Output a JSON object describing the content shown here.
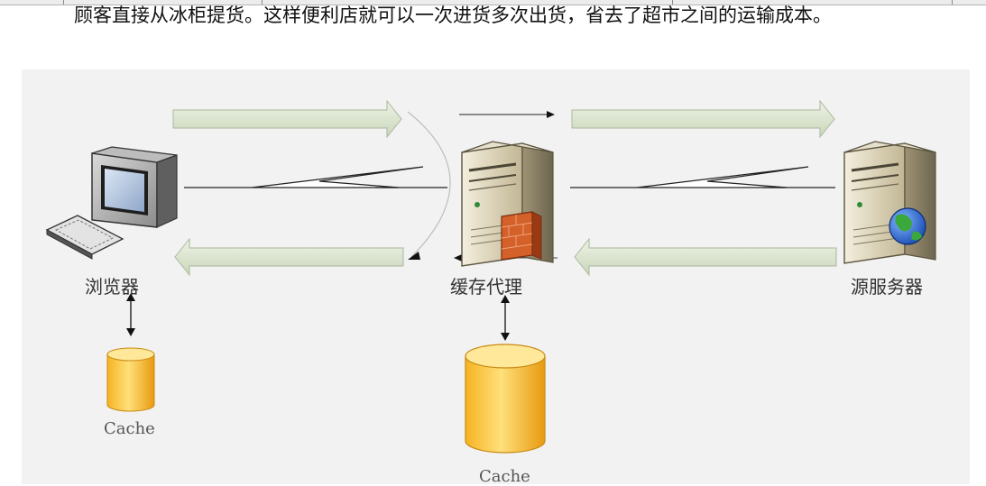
{
  "article": {
    "intro_text": "顾客直接从冰柜提货。这样便利店就可以一次进货多次出货，省去了超市之间的运输成本。"
  },
  "diagram": {
    "nodes": {
      "browser": "浏览器",
      "proxy": "缓存代理",
      "origin": "源服务器"
    },
    "caches": {
      "browser_cache": "Cache",
      "proxy_cache": "Cache"
    },
    "colors": {
      "panel_background": "#f2f2f2",
      "flow_arrow_fill": "#dde6d2",
      "flow_arrow_stroke": "#aab79e",
      "cache_cylinder": "#f7c94a",
      "server_case": "#d8d0b8"
    }
  }
}
